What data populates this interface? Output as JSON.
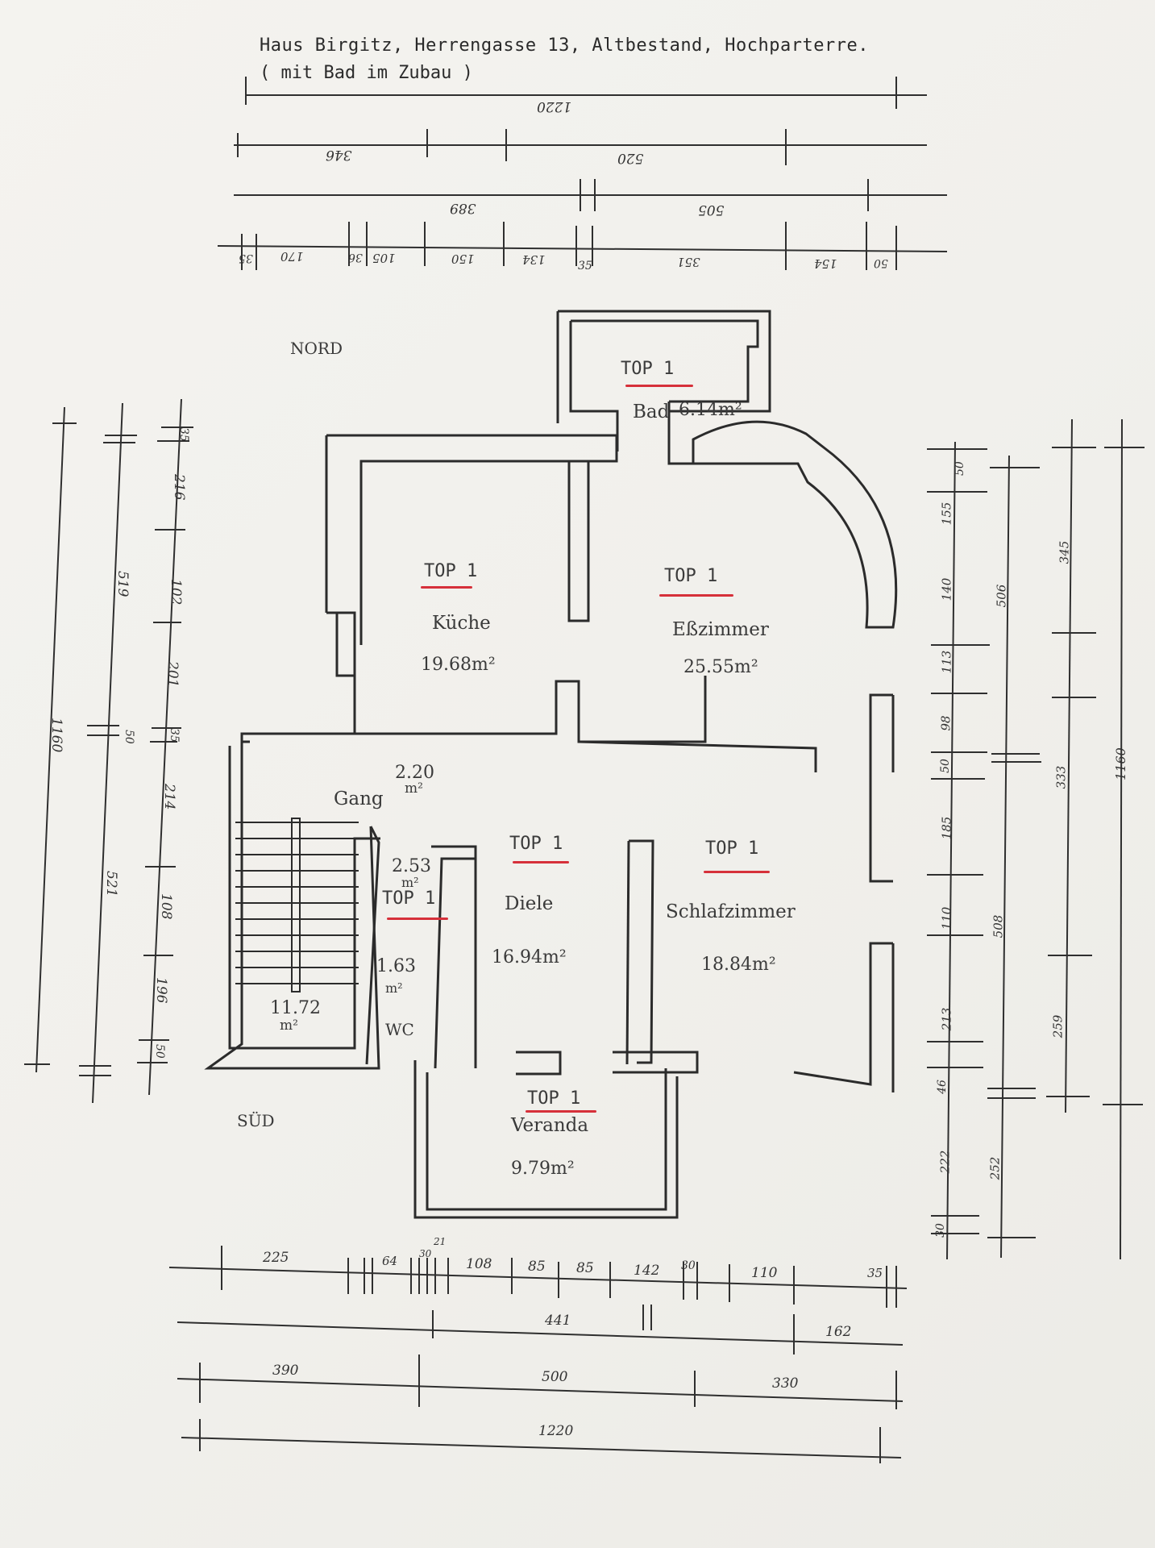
{
  "header": {
    "title": "Haus Birgitz, Herrengasse 13, Altbestand, Hochparterre.",
    "subtitle": "( mit Bad im Zubau )"
  },
  "orientation": {
    "north": "NORD",
    "south": "SÜD"
  },
  "rooms": {
    "bad": {
      "tag": "TOP 1",
      "name": "Bad",
      "area": "6.14m²"
    },
    "kueche": {
      "tag": "TOP 1",
      "name": "Küche",
      "area": "19.68m²"
    },
    "esszimmer": {
      "tag": "TOP 1",
      "name": "Eßzimmer",
      "area": "25.55m²"
    },
    "gang": {
      "name": "Gang",
      "area_value": "2.20",
      "area_unit": "m²"
    },
    "abstell": {
      "tag": "TOP 1",
      "area_value": "2.53",
      "area_unit": "m²"
    },
    "wc": {
      "name": "WC",
      "area_value": "1.63",
      "area_unit": "m²"
    },
    "diele": {
      "tag": "TOP 1",
      "name": "Diele",
      "area": "16.94m²"
    },
    "schlafzimmer": {
      "tag": "TOP 1",
      "name": "Schlafzimmer",
      "area": "18.84m²"
    },
    "stiege": {
      "area_value": "11.72",
      "area_unit": "m²"
    },
    "veranda": {
      "tag": "TOP 1",
      "name": "Veranda",
      "area": "9.79m²"
    }
  },
  "dims_top": {
    "row1": [
      "1220"
    ],
    "row2": [
      "346",
      "520"
    ],
    "row3": [
      "389",
      "505"
    ],
    "row4": [
      "35",
      "170",
      "36",
      "105",
      "150",
      "134",
      "35",
      "351",
      "154",
      "50"
    ]
  },
  "dims_bottom": {
    "row1": [
      "225",
      "64",
      "30",
      "21",
      "108",
      "85",
      "85",
      "142",
      "30",
      "110",
      "35"
    ],
    "row2": [
      "441",
      "162"
    ],
    "row3": [
      "390",
      "500",
      "330"
    ],
    "row4": [
      "1220"
    ]
  },
  "dims_left": {
    "outer": [
      "1160"
    ],
    "mid": [
      "519",
      "521"
    ],
    "inner": [
      "35",
      "216",
      "102",
      "201",
      "35",
      "50",
      "214",
      "108",
      "196",
      "50"
    ]
  },
  "dims_right": {
    "inner": [
      "50",
      "155",
      "140",
      "113",
      "98",
      "50",
      "185",
      "110",
      "213",
      "46",
      "222",
      "30"
    ],
    "mid": [
      "506",
      "508",
      "252"
    ],
    "mid2": [
      "345",
      "333",
      "259"
    ],
    "outer": [
      "1160"
    ]
  },
  "colors": {
    "ink": "#2f2f2f",
    "red": "#d6303a",
    "paper": "#f3f2ee"
  }
}
